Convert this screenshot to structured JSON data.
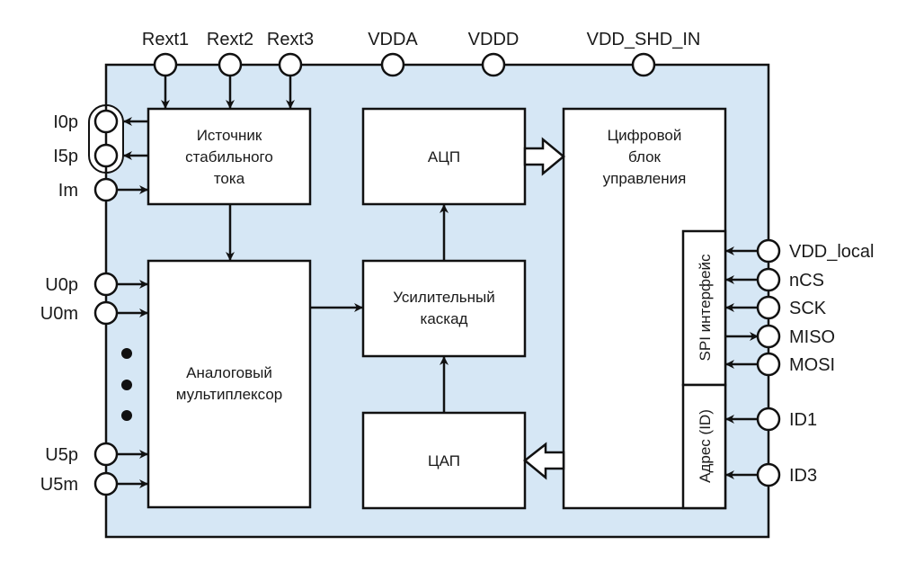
{
  "colors": {
    "chip_fill": "#d6e7f5",
    "block_fill": "#ffffff",
    "stroke": "#111111"
  },
  "pins": {
    "top": [
      {
        "id": "rext1",
        "label": "Rext1"
      },
      {
        "id": "rext2",
        "label": "Rext2"
      },
      {
        "id": "rext3",
        "label": "Rext3"
      },
      {
        "id": "vdda",
        "label": "VDDA"
      },
      {
        "id": "vddd",
        "label": "VDDD"
      },
      {
        "id": "vdd-shd-in",
        "label": "VDD_SHD_IN"
      }
    ],
    "left": [
      {
        "id": "i0p",
        "label": "I0p"
      },
      {
        "id": "i5p",
        "label": "I5p"
      },
      {
        "id": "im",
        "label": "Im"
      },
      {
        "id": "u0p",
        "label": "U0p"
      },
      {
        "id": "u0m",
        "label": "U0m"
      },
      {
        "id": "u5p",
        "label": "U5p"
      },
      {
        "id": "u5m",
        "label": "U5m"
      }
    ],
    "right": [
      {
        "id": "vdd-local",
        "label": "VDD_local"
      },
      {
        "id": "ncs",
        "label": "nCS"
      },
      {
        "id": "sck",
        "label": "SCK"
      },
      {
        "id": "miso",
        "label": "MISO"
      },
      {
        "id": "mosi",
        "label": "MOSI"
      },
      {
        "id": "id1",
        "label": "ID1"
      },
      {
        "id": "id3",
        "label": "ID3"
      }
    ]
  },
  "blocks": {
    "current_source": {
      "lines": [
        "Источник",
        "стабильного",
        "тока"
      ]
    },
    "mux": {
      "lines": [
        "Аналоговый",
        "мультиплексор"
      ]
    },
    "adc": {
      "lines": [
        "АЦП"
      ]
    },
    "amplifier": {
      "lines": [
        "Усилительный",
        "каскад"
      ]
    },
    "dac": {
      "lines": [
        "ЦАП"
      ]
    },
    "digital": {
      "lines": [
        "Цифровой",
        "блок",
        "управления"
      ]
    },
    "spi": {
      "label": "SPI интерфейс"
    },
    "address": {
      "label": "Адрес (ID)"
    }
  }
}
